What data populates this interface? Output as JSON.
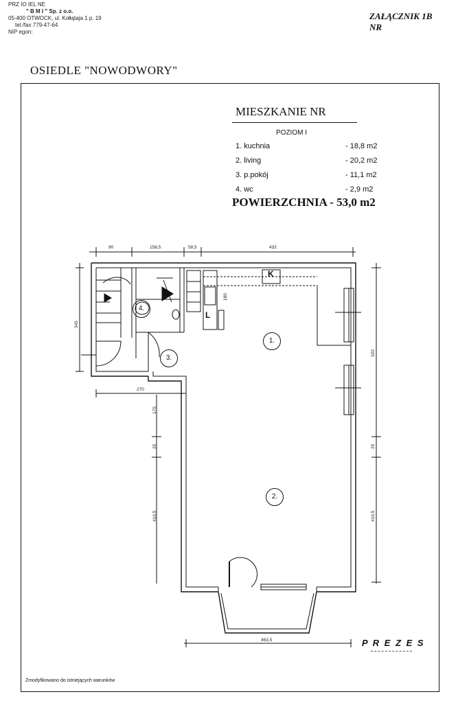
{
  "stamp": {
    "line1": "PRZ     IO  IEL    NE",
    "line2": "\" B M I \"  Sp. z o.o.",
    "line3": "05-400 OTWOCK, ul. Kołłątaja 1 p. 19",
    "line4": "tel./fax       779-47-64",
    "line5": "NIP            egon:"
  },
  "attachment": {
    "label": "ZAŁĄCZNIK 1B",
    "number_label": "NR"
  },
  "estate_title": "OSIEDLE \"NOWODWORY\"",
  "apartment": {
    "title": "MIESZKANIE NR",
    "level": "POZIOM I",
    "rooms": [
      {
        "name": "1.  kuchnia",
        "area": "-  18,8  m2"
      },
      {
        "name": "2.  living",
        "area": "-  20,2  m2"
      },
      {
        "name": "3.  p.pokój",
        "area": "-  11,1  m2"
      },
      {
        "name": "4.  wc",
        "area": "-    2,9  m2"
      }
    ],
    "total": "POWIERZCHNIA - 53,0  m2"
  },
  "plan": {
    "dims_top": [
      "90",
      "158,5",
      "58,5",
      "432"
    ],
    "dim_bottom_inner": "270",
    "dim_bottom": "463,5",
    "dim_left": "345",
    "dim_right_upper": "320",
    "dims_vertical": [
      "175",
      "25",
      "410,5",
      "25",
      "410,5",
      "180"
    ],
    "room_labels": [
      "1.",
      "2.",
      "3.",
      "4."
    ],
    "appliance_k": "K",
    "appliance_l": "L"
  },
  "footer": {
    "note": "Zmodyfikowano do istniejących warunków",
    "signature": "P R E Z E S"
  }
}
